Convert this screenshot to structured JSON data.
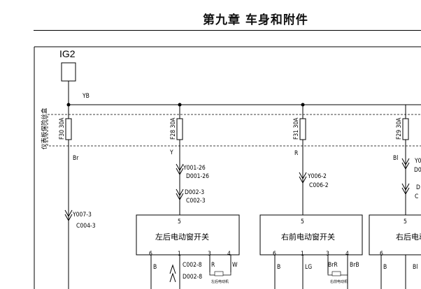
{
  "header": {
    "chapter_title": "第九章  车身和附件"
  },
  "diagram": {
    "power": {
      "source": "IG2",
      "wire": "YB"
    },
    "fuse_box_label": "仪表板保险丝盒",
    "fuses": [
      {
        "label": "F30 30A",
        "wire": "Br"
      },
      {
        "label": "F28 30A",
        "wire": "Y"
      },
      {
        "label": "F31 30A",
        "wire": "R"
      },
      {
        "label": "F29 30A",
        "wire": "Bl"
      }
    ],
    "connectors": {
      "c1": "Y007-3",
      "c2": "C004-3",
      "c3": "Y001-26",
      "c4": "D001-26",
      "c5": "D002-3",
      "c6": "C002-3",
      "c7": "Y006-2",
      "c8": "C006-2",
      "c9": "C002-8",
      "c10": "D002-8",
      "c11": "Y0",
      "c12": "D0",
      "c13": "D",
      "c14": "C"
    },
    "modules": [
      {
        "name": "左后电动窗开关",
        "pin_top": "5",
        "pins": [
          "6",
          "1",
          "3",
          "4"
        ],
        "wires": [
          "B",
          "",
          "R",
          "W"
        ],
        "motor": "左后电动机"
      },
      {
        "name": "右前电动窗开关",
        "pin_top": "5",
        "pins": [
          "6",
          "1",
          "3",
          "4"
        ],
        "wires": [
          "B",
          "LG",
          "BrR",
          "BrB"
        ],
        "motor": "右前电动机"
      },
      {
        "name": "右后电动",
        "pin_top": "5",
        "pins": [
          "6"
        ],
        "wires": [
          "B",
          "Bl"
        ]
      }
    ]
  }
}
